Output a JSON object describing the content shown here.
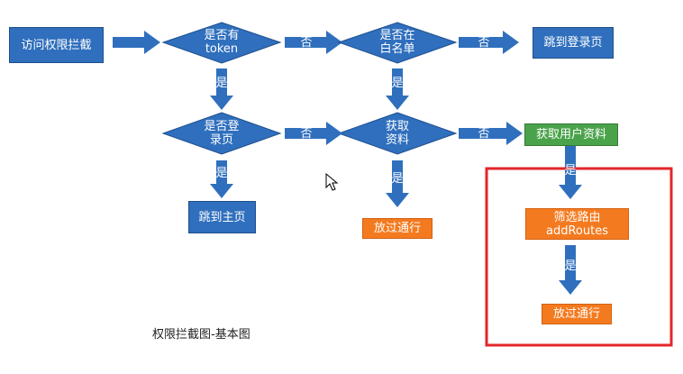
{
  "nodes": {
    "start": "访问权限拦截",
    "has_token": [
      "是否有",
      "token"
    ],
    "in_whitelist": [
      "是否在",
      "白名单"
    ],
    "goto_login": "跳到登录页",
    "is_login_page": [
      "是否登",
      "录页"
    ],
    "fetch_info": [
      "获取",
      "资料"
    ],
    "fetch_user_info": "获取用户资料",
    "goto_home": "跳到主页",
    "pass_1": "放过通行",
    "filter_routes": [
      "筛选路由",
      "addRoutes"
    ],
    "pass_2": "放过通行"
  },
  "edge_labels": {
    "yes": "是",
    "no": "否"
  },
  "caption": "权限拦截图-基本图",
  "colors": {
    "blue": "#2f6fbd",
    "green": "#4aa34a",
    "orange": "#f47a1f",
    "highlight": "#e3262a"
  }
}
